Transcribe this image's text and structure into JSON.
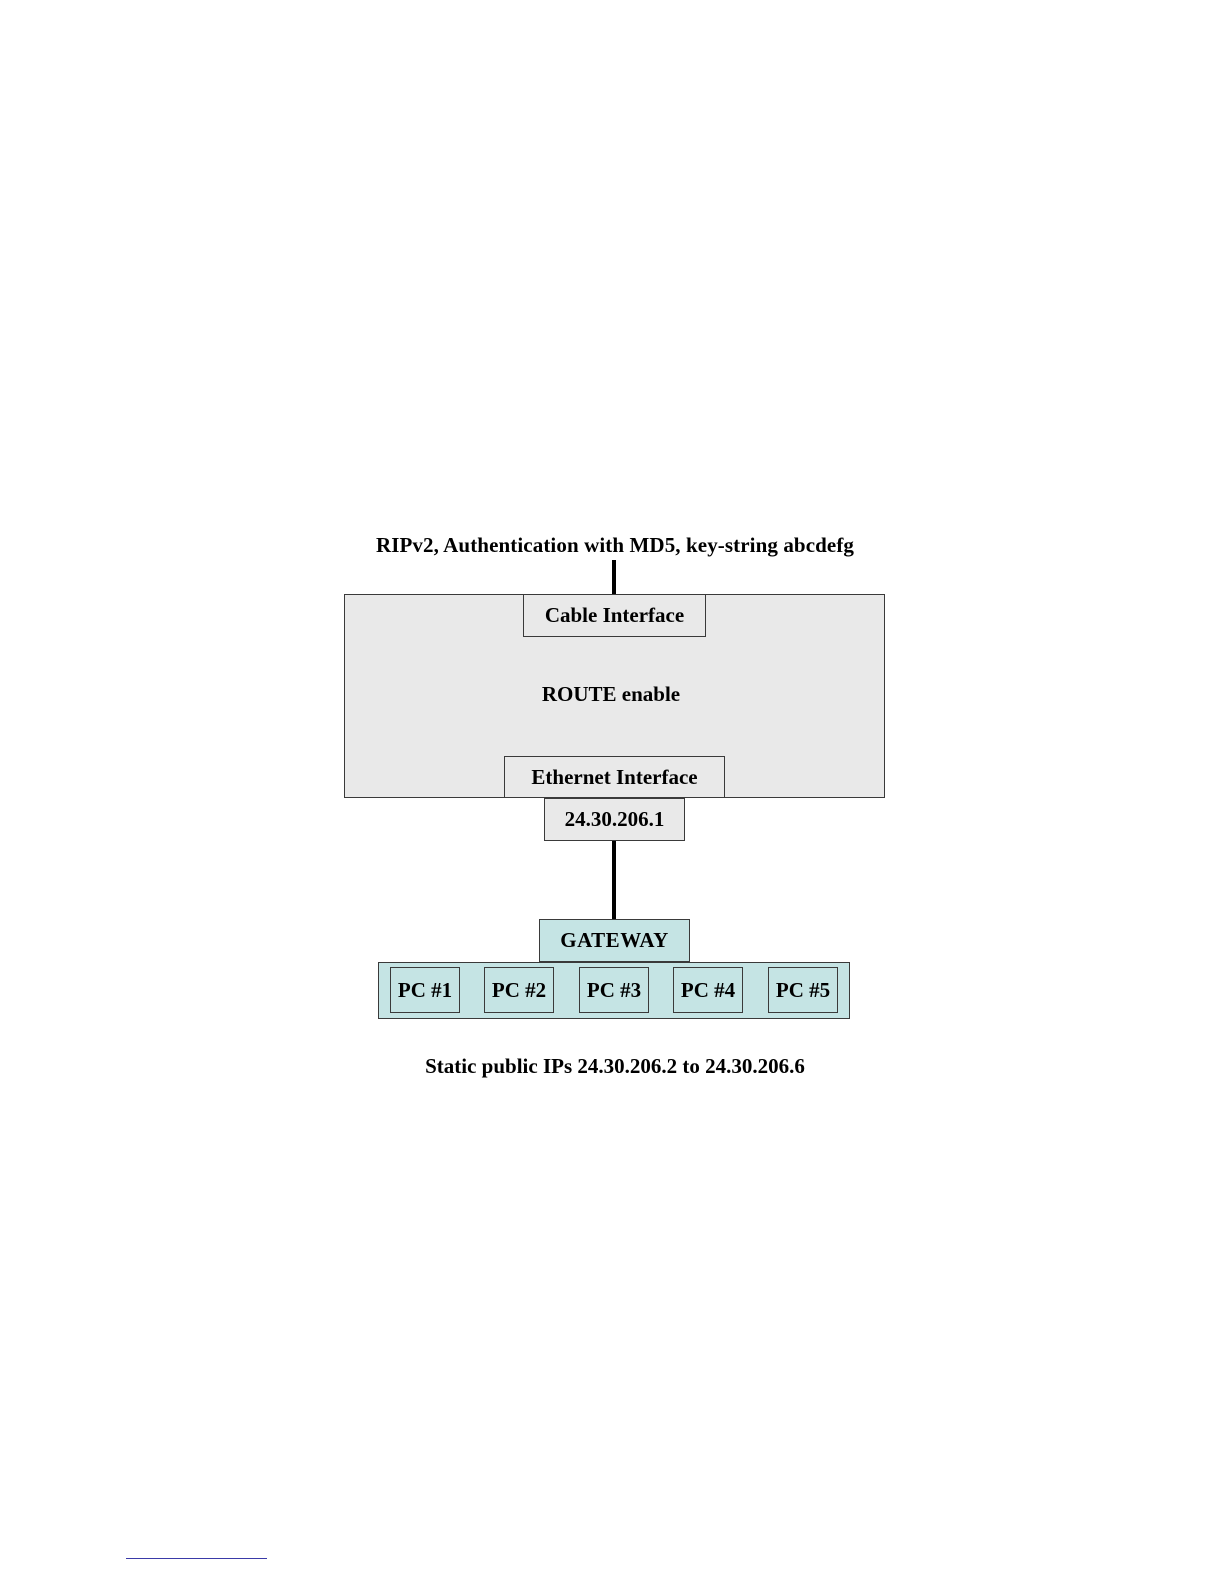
{
  "diagram": {
    "top_caption": "RIPv2, Authentication with MD5, key-string abcdefg",
    "router": {
      "cable_interface": "Cable Interface",
      "mode": "ROUTE enable",
      "ethernet_interface": "Ethernet Interface",
      "ethernet_ip": "24.30.206.1"
    },
    "gateway": "GATEWAY",
    "pcs": [
      "PC #1",
      "PC #2",
      "PC #3",
      "PC #4",
      "PC #5"
    ],
    "bottom_caption": "Static public IPs 24.30.206.2 to 24.30.206.6",
    "colors": {
      "router_fill": "#e9e9e9",
      "lan_fill": "#c5e4e4",
      "border": "#3a3a3a"
    }
  }
}
